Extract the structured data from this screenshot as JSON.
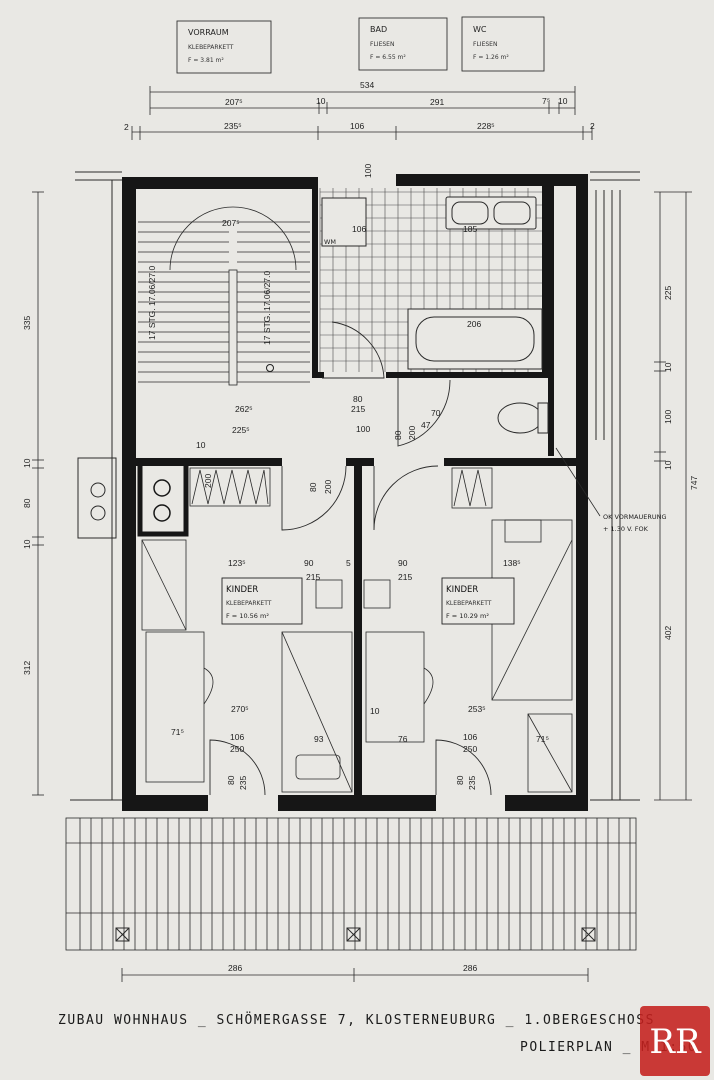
{
  "header_labels": [
    {
      "name": "VORRAUM",
      "finish": "KLEBEPARKETT",
      "area": "F = 3.81 m²"
    },
    {
      "name": "BAD",
      "finish": "FLIESEN",
      "area": "F = 6.55 m²"
    },
    {
      "name": "WC",
      "finish": "FLIESEN",
      "area": "F = 1.26 m²"
    }
  ],
  "rooms": [
    {
      "name": "KINDER",
      "finish": "KLEBEPARKETT",
      "area": "F = 10.56 m²"
    },
    {
      "name": "KINDER",
      "finish": "KLEBEPARKETT",
      "area": "F = 10.29 m²"
    }
  ],
  "dims_top": {
    "total": "534",
    "row1": [
      "207⁵",
      "10",
      "291",
      "7⁵",
      "10"
    ],
    "row2": [
      "2",
      "235⁵",
      "106",
      "228⁵",
      "2"
    ]
  },
  "dims_left": [
    "335",
    "10",
    "80",
    "10",
    "312"
  ],
  "dims_right": [
    "225",
    "10",
    "100",
    "10",
    "747",
    "402"
  ],
  "dims_bottom": [
    "286",
    "286"
  ],
  "stair": {
    "left_label": "17 STG. 17.06/27.0",
    "right_label": "17 STG. 17.06/27.0",
    "top_dim": "207⁵",
    "dim_a": "262⁵",
    "dim_b": "225⁵"
  },
  "interior_dims": [
    "100",
    "106",
    "185",
    "206",
    "80",
    "215",
    "100",
    "80",
    "200",
    "70",
    "47",
    "80",
    "200",
    "10",
    "123⁵",
    "90",
    "215",
    "5",
    "90",
    "215",
    "138⁵",
    "270⁵",
    "253⁵",
    "71⁵",
    "71⁵",
    "106",
    "250",
    "93",
    "10",
    "76",
    "106",
    "250",
    "80",
    "235",
    "80",
    "235",
    "WM",
    "200"
  ],
  "annotation": [
    "OK VORMAUERUNG",
    "+ 1.30 V. FOK"
  ],
  "title_line1": "ZUBAU WOHNHAUS _ SCHÖMERGASSE 7, KLOSTERNEUBURG _ 1.OBERGESCHOSS",
  "title_line2": "POLIERPLAN _ M 1:50",
  "logo_text": "RR",
  "colors": {
    "wall": "#161616",
    "line": "#2a2a2a",
    "paper": "#e9e8e4",
    "logo": "#c4201e"
  }
}
